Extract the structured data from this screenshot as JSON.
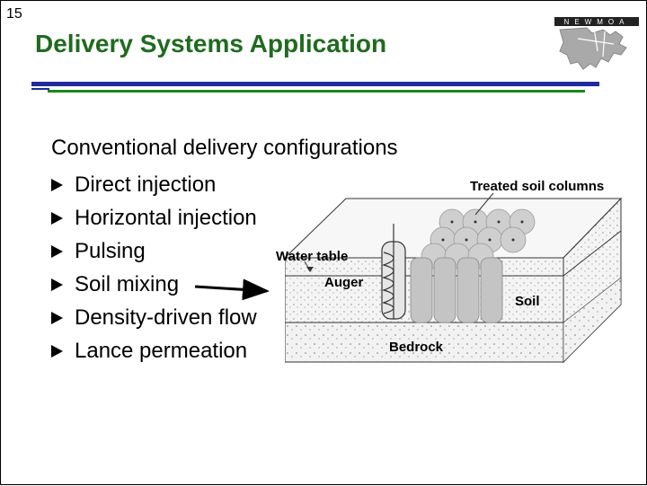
{
  "slide_number": "15",
  "title": "Delivery Systems Application",
  "logo": {
    "text": "NEWMOA",
    "icon": "newmoa-logo-map-icon"
  },
  "content": {
    "heading": "Conventional delivery configurations",
    "bullets": [
      "Direct injection",
      "Horizontal injection",
      "Pulsing",
      "Soil mixing",
      "Density-driven flow",
      "Lance permeation"
    ]
  },
  "diagram": {
    "labels": {
      "treated_soil_columns": "Treated soil columns",
      "water_table": "Water table",
      "auger": "Auger",
      "soil": "Soil",
      "bedrock": "Bedrock"
    }
  },
  "colors": {
    "title": "#1f6b1f",
    "rule_blue": "#1f2a9c",
    "rule_green": "#1a8a1a"
  }
}
